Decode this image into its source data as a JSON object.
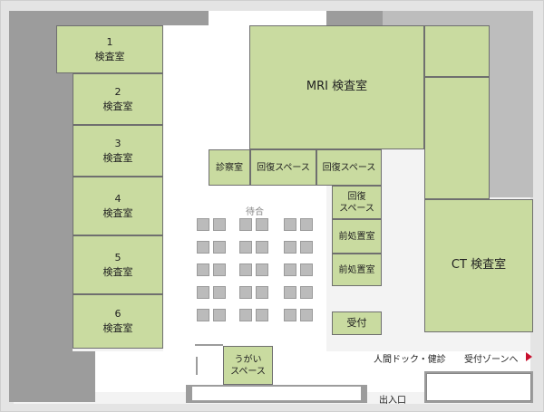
{
  "rooms": {
    "exam1": {
      "num": "1",
      "label": "検査室"
    },
    "exam2": {
      "num": "2",
      "label": "検査室"
    },
    "exam3": {
      "num": "3",
      "label": "検査室"
    },
    "exam4": {
      "num": "4",
      "label": "検査室"
    },
    "exam5": {
      "num": "5",
      "label": "検査室"
    },
    "exam6": {
      "num": "6",
      "label": "検査室"
    },
    "mri": {
      "label": "MRI 検査室"
    },
    "ct": {
      "label": "CT 検査室"
    },
    "consult": {
      "label": "診察室"
    },
    "recovery1": {
      "label": "回復スペース"
    },
    "recovery2": {
      "label": "回復スペース"
    },
    "recovery3": {
      "line1": "回復",
      "line2": "スペース"
    },
    "prep1": {
      "label": "前処置室"
    },
    "prep2": {
      "label": "前処置室"
    },
    "reception": {
      "label": "受付"
    },
    "gargle": {
      "line1": "うがい",
      "line2": "スペース"
    }
  },
  "waiting": {
    "label": "待合"
  },
  "signs": {
    "dock": "人間ドック・健診",
    "reception_zone": "受付ゾーンへ",
    "entrance": "出入口"
  },
  "colors": {
    "room_fill": "#c9dba0",
    "wall": "#9c9c9c",
    "arrow": "#c8102e"
  }
}
